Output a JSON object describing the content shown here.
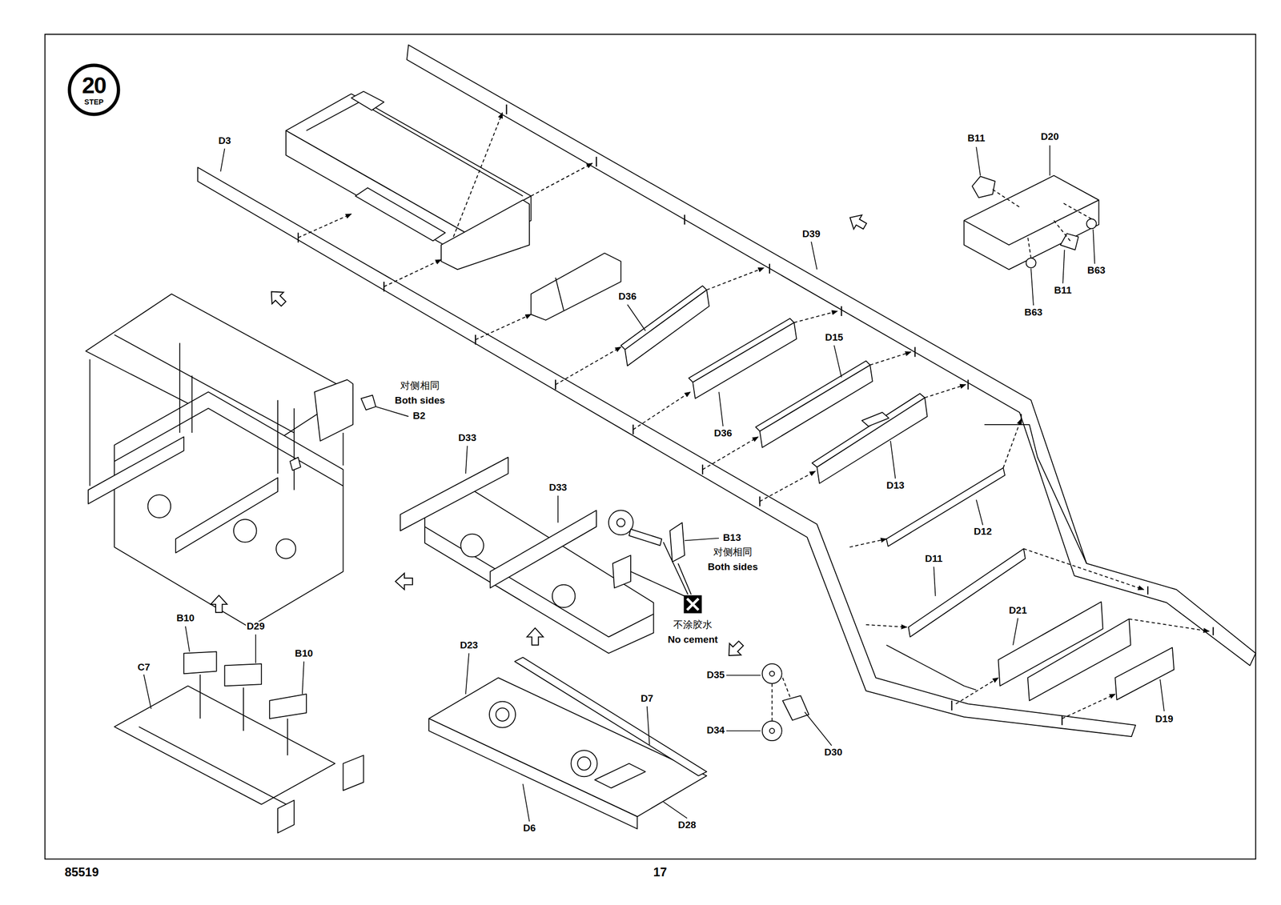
{
  "diagram": {
    "nodes": [
      {
        "text": [
          "20",
          "STEP"
        ]
      }
    ],
    "labels": [
      "D3",
      "B11",
      "D20",
      "D39",
      "B63",
      "B11",
      "B63",
      "D36",
      "D15",
      "D36",
      "对侧相同",
      "Both sides",
      "B2",
      "D13",
      "D33",
      "D33",
      "B13",
      "对侧相同",
      "Both sides",
      "D12",
      "D11",
      "D21",
      "不涂胶水",
      "No cement",
      "B10",
      "D29",
      "B10",
      "C7",
      "D23",
      "D7",
      "D35",
      "D34",
      "D30",
      "D19",
      "D6",
      "D28",
      "85519",
      "17"
    ]
  }
}
